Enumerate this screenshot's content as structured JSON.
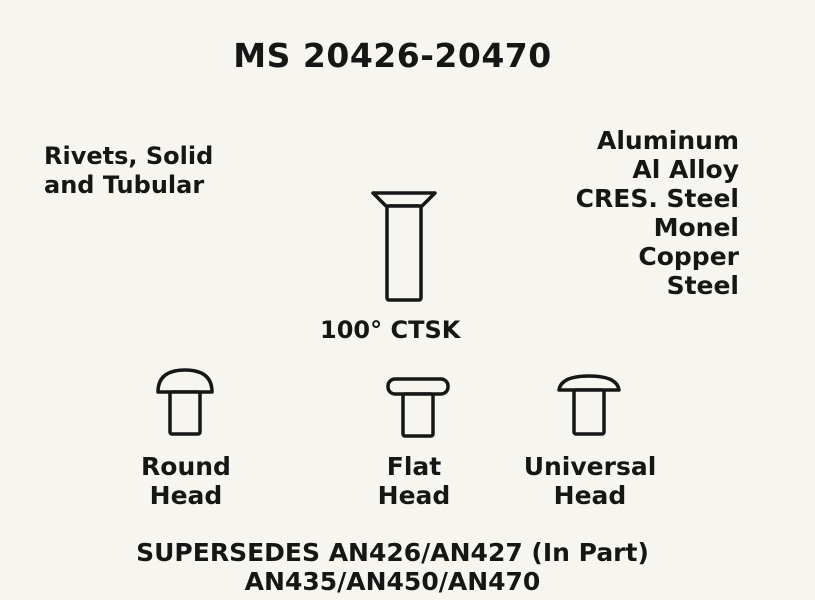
{
  "title": "MS 20426-20470",
  "description": {
    "line1": "Rivets, Solid",
    "line2": "and Tubular"
  },
  "materials": [
    "Aluminum",
    "Al Alloy",
    "CRES. Steel",
    "Monel",
    "Copper",
    "Steel"
  ],
  "countersunk": {
    "label": "100° CTSK",
    "icon": "countersunk-rivet-icon"
  },
  "rivet_types": [
    {
      "line1": "Round",
      "line2": "Head",
      "icon": "round-head-rivet-icon"
    },
    {
      "line1": "Flat",
      "line2": "Head",
      "icon": "flat-head-rivet-icon"
    },
    {
      "line1": "Universal",
      "line2": "Head",
      "icon": "universal-head-rivet-icon"
    }
  ],
  "supersedes": {
    "line1": "SUPERSEDES AN426/AN427 (In Part)",
    "line2": "AN435/AN450/AN470"
  }
}
